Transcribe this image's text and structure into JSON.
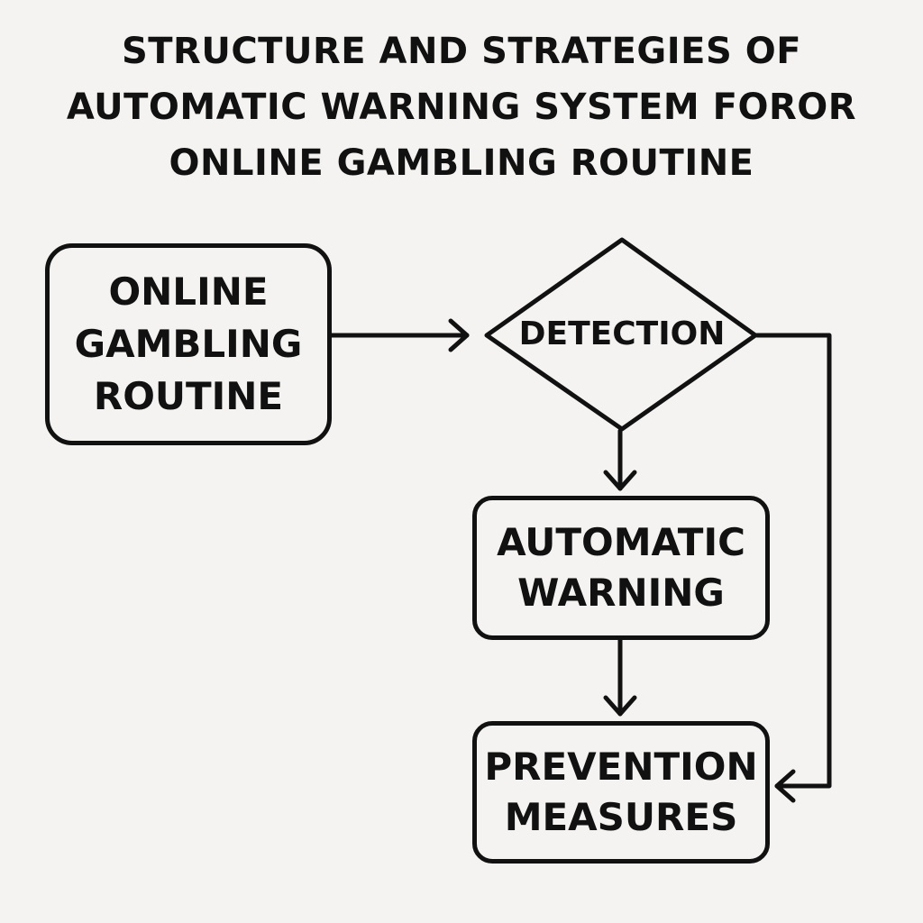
{
  "title": {
    "lines": [
      "STRUCTURE AND STRATEGIES OF",
      "AUTOMATIC WARNING SYSTEM FOROR",
      "ONLINE GAMBLING ROUTINE"
    ]
  },
  "nodes": {
    "online_gambling_routine": {
      "shape": "rounded-rectangle",
      "lines": [
        "ONLINE",
        "GAMBLING",
        "ROUTINE"
      ]
    },
    "detection": {
      "shape": "diamond",
      "label": "DETECTION"
    },
    "automatic_warning": {
      "shape": "rounded-rectangle",
      "lines": [
        "AUTOMATIC",
        "WARNING"
      ]
    },
    "prevention_measures": {
      "shape": "rounded-rectangle",
      "lines": [
        "PREVENTION",
        "MEASURES"
      ]
    }
  },
  "edges": [
    {
      "from": "online_gambling_routine",
      "to": "detection"
    },
    {
      "from": "detection",
      "to": "automatic_warning"
    },
    {
      "from": "automatic_warning",
      "to": "prevention_measures"
    },
    {
      "from": "detection",
      "to": "prevention_measures"
    }
  ],
  "colors": {
    "background": "#f4f3f1",
    "stroke": "#111111",
    "text": "#111111"
  }
}
